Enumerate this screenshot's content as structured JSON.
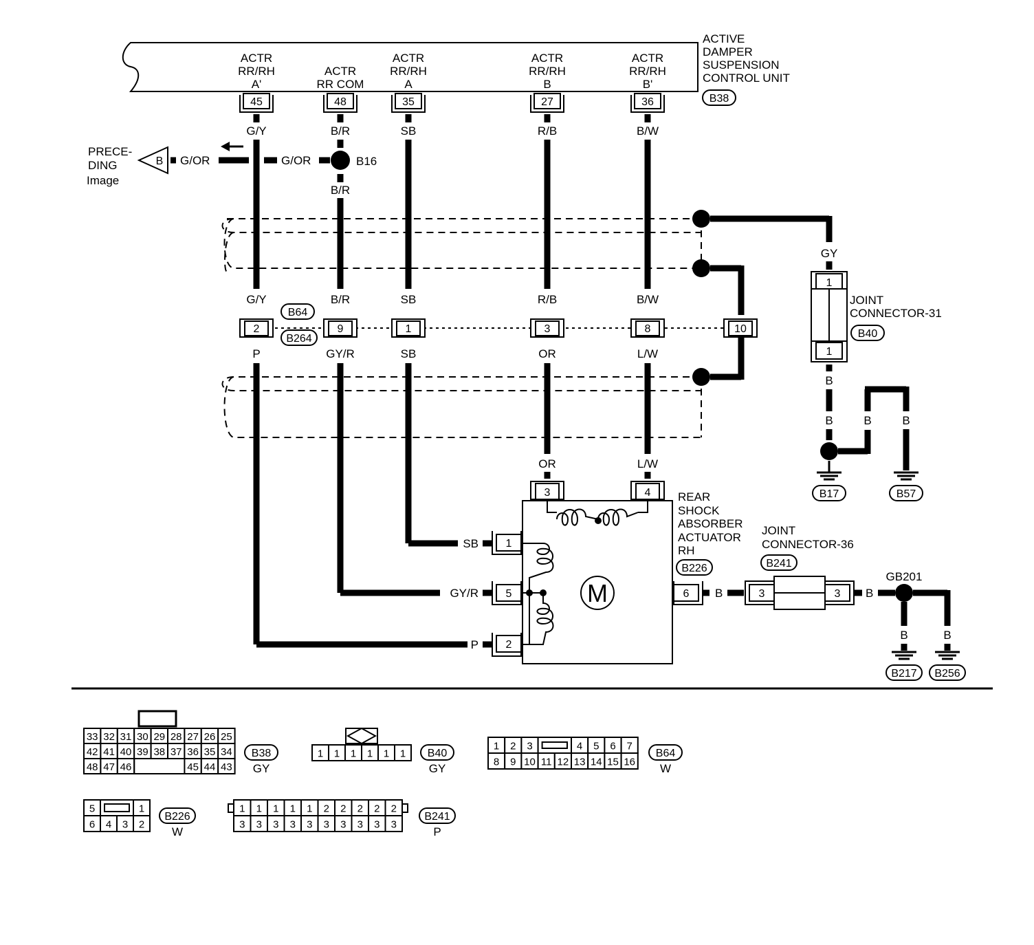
{
  "control_unit": {
    "name_lines": [
      "ACTIVE",
      "DAMPER",
      "SUSPENSION",
      "CONTROL UNIT"
    ],
    "connector": "B38",
    "terminals": [
      {
        "pin": "45",
        "label_lines": [
          "ACTR",
          "RR/RH",
          "A'"
        ],
        "wire_top": "G/Y",
        "wire_mid": "G/Y",
        "via_pin": "2",
        "wire_bottom": "P"
      },
      {
        "pin": "48",
        "label_lines": [
          "ACTR",
          "RR COM"
        ],
        "wire_top": "B/R",
        "wire_mid": "B/R",
        "via_pin": "9",
        "wire_bottom": "GY/R"
      },
      {
        "pin": "35",
        "label_lines": [
          "ACTR",
          "RR/RH",
          "A"
        ],
        "wire_top": "SB",
        "wire_mid": "SB",
        "via_pin": "1",
        "wire_bottom": "SB"
      },
      {
        "pin": "27",
        "label_lines": [
          "ACTR",
          "RR/RH",
          "B"
        ],
        "wire_top": "R/B",
        "wire_mid": "R/B",
        "via_pin": "3",
        "wire_bottom": "OR"
      },
      {
        "pin": "36",
        "label_lines": [
          "ACTR",
          "RR/RH",
          "B'"
        ],
        "wire_top": "B/W",
        "wire_mid": "B/W",
        "via_pin": "8",
        "wire_bottom": "L/W"
      }
    ]
  },
  "preceding": {
    "label_lines": [
      "PRECE-",
      "DING",
      "Image"
    ],
    "marker": "B",
    "wire_left": "G/OR",
    "wire_right": "G/OR",
    "splice": "B16",
    "splice_wire_below": "B/R"
  },
  "inline_connectors": {
    "upper": "B64",
    "lower": "B264",
    "shield_pin": "10"
  },
  "joint31": {
    "name_lines": [
      "JOINT",
      "CONNECTOR-31"
    ],
    "connector": "B40",
    "pin_top": "1",
    "pin_bottom": "1",
    "wire_in": "GY",
    "wire_out": "B",
    "grounds": [
      {
        "wire": "B",
        "id": "B17"
      },
      {
        "wire": "B",
        "id": "B57"
      }
    ],
    "branch_wire": "B"
  },
  "actuator": {
    "name_lines": [
      "REAR",
      "SHOCK",
      "ABSORBER",
      "ACTUATOR",
      "RH"
    ],
    "connector": "B226",
    "motor": "M",
    "pins": [
      {
        "pin": "3",
        "wire": "OR"
      },
      {
        "pin": "4",
        "wire": "L/W"
      },
      {
        "pin": "1",
        "wire": "SB"
      },
      {
        "pin": "5",
        "wire": "GY/R"
      },
      {
        "pin": "2",
        "wire": "P"
      },
      {
        "pin": "6",
        "wire": "B"
      }
    ]
  },
  "joint36": {
    "name_lines": [
      "JOINT",
      "CONNECTOR-36"
    ],
    "connector": "B241",
    "pin_in": "3",
    "pin_out": "3",
    "wire_out": "B",
    "ground_point": "GB201",
    "grounds": [
      {
        "wire": "B",
        "id": "B217"
      },
      {
        "wire": "B",
        "id": "B256"
      }
    ]
  },
  "connector_faces": {
    "B38": {
      "id": "B38",
      "color": "GY",
      "rows": [
        [
          "33",
          "32",
          "31",
          "30",
          "29",
          "28",
          "27",
          "26",
          "25"
        ],
        [
          "42",
          "41",
          "40",
          "39",
          "38",
          "37",
          "36",
          "35",
          "34"
        ],
        [
          "48",
          "47",
          "46",
          "45",
          "44",
          "43"
        ]
      ]
    },
    "B40": {
      "id": "B40",
      "color": "GY",
      "pins": [
        "1",
        "1",
        "1",
        "1",
        "1",
        "1"
      ]
    },
    "B64": {
      "id": "B64",
      "color": "W",
      "rows": [
        [
          "1",
          "2",
          "3",
          "4",
          "5",
          "6",
          "7"
        ],
        [
          "8",
          "9",
          "10",
          "11",
          "12",
          "13",
          "14",
          "15",
          "16"
        ]
      ]
    },
    "B226": {
      "id": "B226",
      "color": "W",
      "rows": [
        [
          "5",
          "1"
        ],
        [
          "6",
          "4",
          "3",
          "2"
        ]
      ]
    },
    "B241": {
      "id": "B241",
      "color": "P",
      "rows": [
        [
          "1",
          "1",
          "1",
          "1",
          "1",
          "2",
          "2",
          "2",
          "2",
          "2"
        ],
        [
          "3",
          "3",
          "3",
          "3",
          "3",
          "3",
          "3",
          "3",
          "3",
          "3"
        ]
      ]
    }
  }
}
